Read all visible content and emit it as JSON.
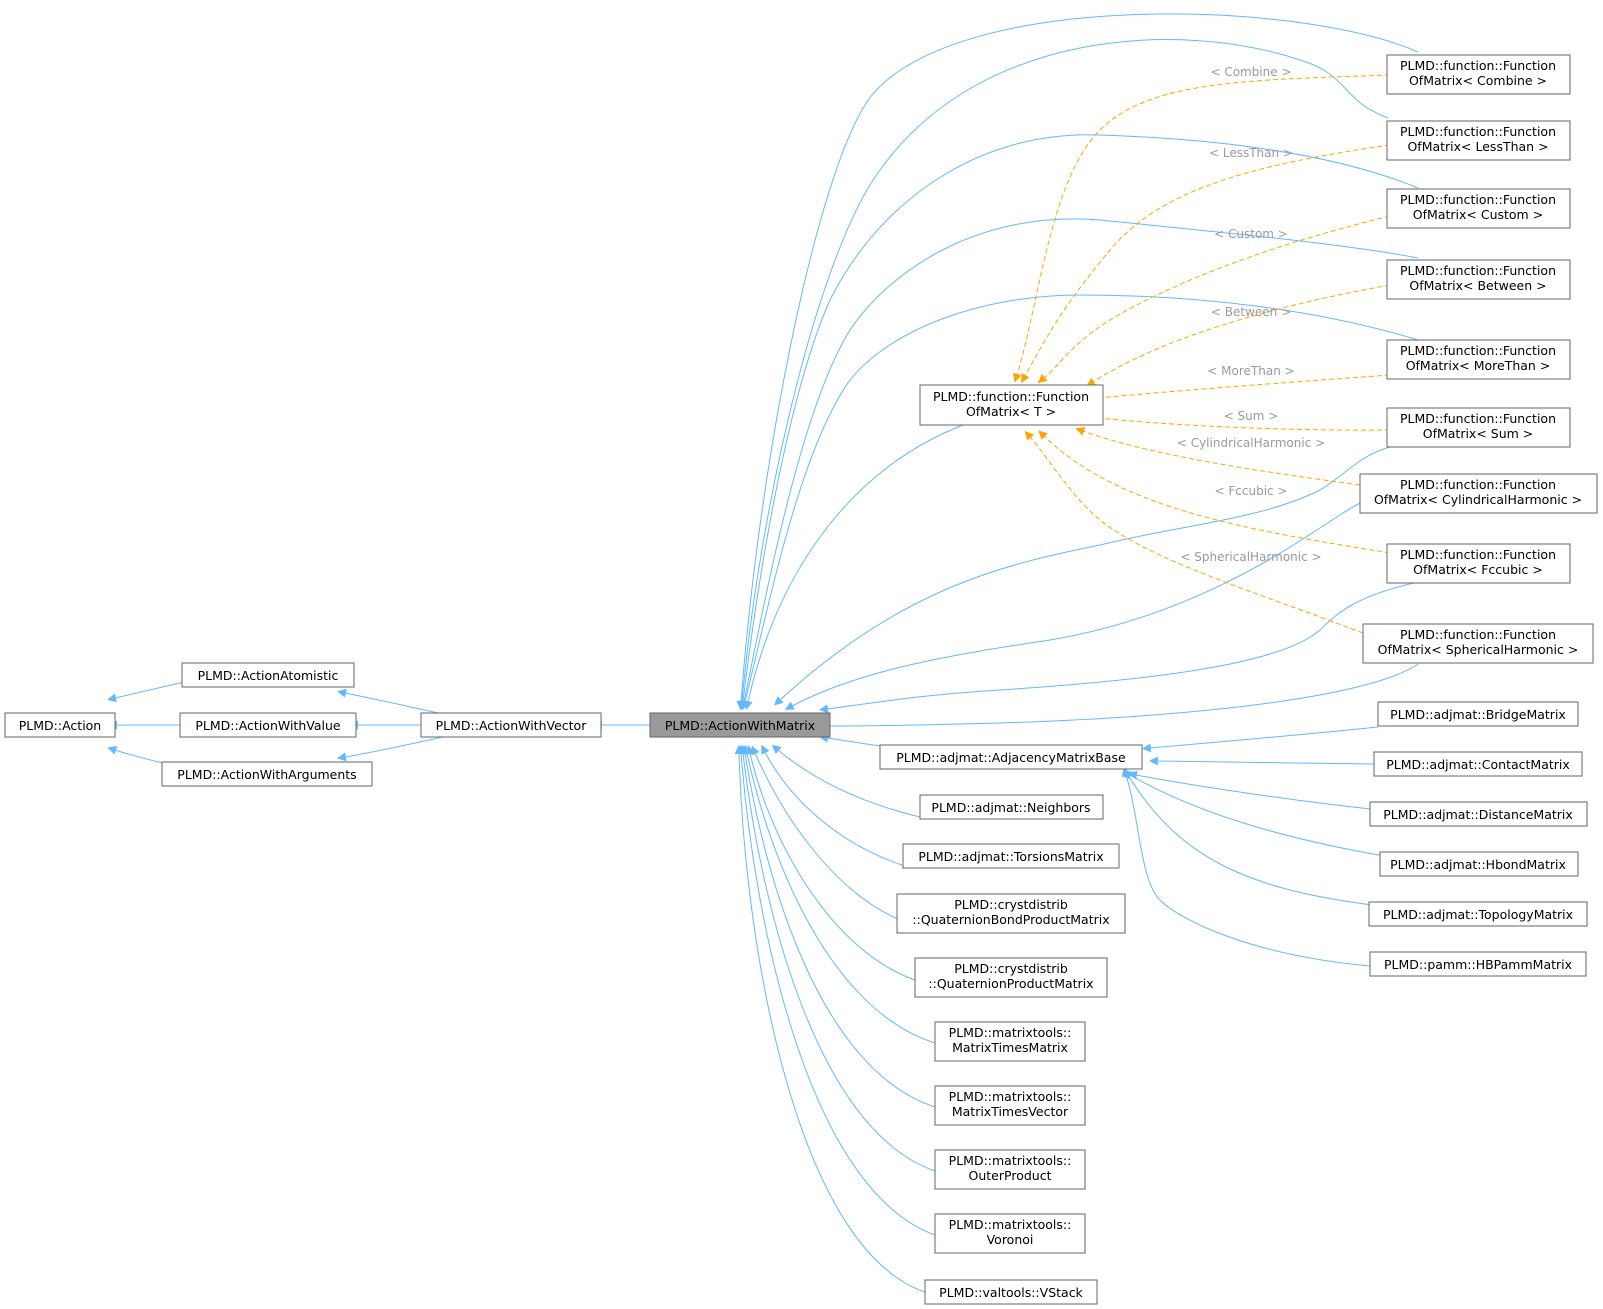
{
  "diagram": {
    "nodes": {
      "action": "PLMD::Action",
      "action_atomistic": "PLMD::ActionAtomistic",
      "action_with_value": "PLMD::ActionWithValue",
      "action_with_arguments": "PLMD::ActionWithArguments",
      "action_with_vector": "PLMD::ActionWithVector",
      "action_with_matrix": "PLMD::ActionWithMatrix",
      "function_of_matrix_t": [
        "PLMD::function::Function",
        "OfMatrix< T >"
      ],
      "fom_combine": [
        "PLMD::function::Function",
        "OfMatrix< Combine >"
      ],
      "fom_lessthan": [
        "PLMD::function::Function",
        "OfMatrix< LessThan >"
      ],
      "fom_custom": [
        "PLMD::function::Function",
        "OfMatrix< Custom >"
      ],
      "fom_between": [
        "PLMD::function::Function",
        "OfMatrix< Between >"
      ],
      "fom_morethan": [
        "PLMD::function::Function",
        "OfMatrix< MoreThan >"
      ],
      "fom_sum": [
        "PLMD::function::Function",
        "OfMatrix< Sum >"
      ],
      "fom_cylindricalharmonic": [
        "PLMD::function::Function",
        "OfMatrix< CylindricalHarmonic >"
      ],
      "fom_fccubic": [
        "PLMD::function::Function",
        "OfMatrix< Fccubic >"
      ],
      "fom_sphericalharmonic": [
        "PLMD::function::Function",
        "OfMatrix< SphericalHarmonic >"
      ],
      "adjacency_matrix_base": "PLMD::adjmat::AdjacencyMatrixBase",
      "bridge_matrix": "PLMD::adjmat::BridgeMatrix",
      "contact_matrix": "PLMD::adjmat::ContactMatrix",
      "distance_matrix": "PLMD::adjmat::DistanceMatrix",
      "hbond_matrix": "PLMD::adjmat::HbondMatrix",
      "topology_matrix": "PLMD::adjmat::TopologyMatrix",
      "hbpamm_matrix": "PLMD::pamm::HBPammMatrix",
      "neighbors": "PLMD::adjmat::Neighbors",
      "torsions_matrix": "PLMD::adjmat::TorsionsMatrix",
      "quaternion_bond_product_matrix": [
        "PLMD::crystdistrib",
        "::QuaternionBondProductMatrix"
      ],
      "quaternion_product_matrix": [
        "PLMD::crystdistrib",
        "::QuaternionProductMatrix"
      ],
      "matrix_times_matrix": [
        "PLMD::matrixtools::",
        "MatrixTimesMatrix"
      ],
      "matrix_times_vector": [
        "PLMD::matrixtools::",
        "MatrixTimesVector"
      ],
      "outer_product": [
        "PLMD::matrixtools::",
        "OuterProduct"
      ],
      "voronoi": [
        "PLMD::matrixtools::",
        "Voronoi"
      ],
      "vstack": "PLMD::valtools::VStack"
    },
    "template_labels": {
      "combine": "< Combine >",
      "lessthan": "< LessThan >",
      "custom": "< Custom >",
      "between": "< Between >",
      "morethan": "< MoreThan >",
      "sum": "< Sum >",
      "cylindricalharmonic": "< CylindricalHarmonic >",
      "fccubic": "< Fccubic >",
      "sphericalharmonic": "< SphericalHarmonic >"
    },
    "colors": {
      "inheritance_edge": "#63b8ff",
      "template_edge": "#ffa500",
      "current_node_fill": "#999999",
      "node_border": "#666666",
      "template_label": "#9a9a9a"
    }
  }
}
